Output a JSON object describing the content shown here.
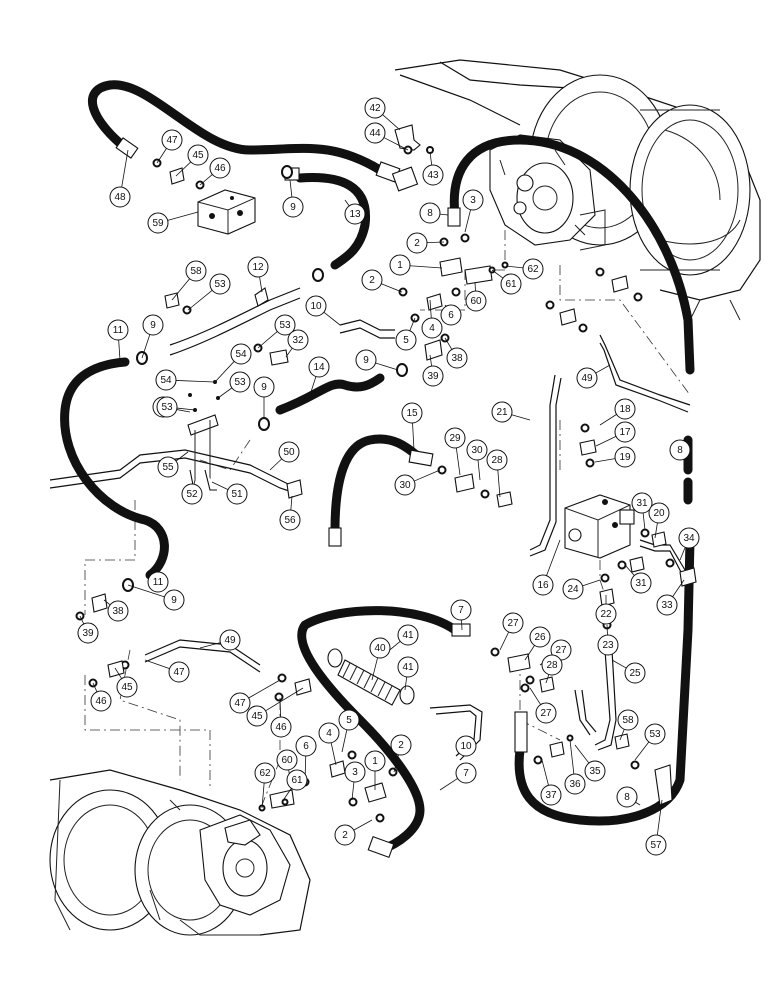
{
  "diagram": {
    "type": "exploded-parts-diagram",
    "subject": "hydraulic hoses, tubes and fittings",
    "callout_labels": [
      "1",
      "2",
      "3",
      "4",
      "5",
      "6",
      "7",
      "8",
      "9",
      "10",
      "11",
      "12",
      "13",
      "14",
      "15",
      "16",
      "17",
      "18",
      "19",
      "20",
      "21",
      "22",
      "23",
      "24",
      "25",
      "26",
      "27",
      "28",
      "29",
      "30",
      "31",
      "32",
      "33",
      "34",
      "35",
      "36",
      "37",
      "38",
      "39",
      "40",
      "41",
      "42",
      "43",
      "44",
      "45",
      "46",
      "47",
      "48",
      "49",
      "50",
      "51",
      "52",
      "53",
      "54",
      "55",
      "56",
      "57",
      "58",
      "59",
      "60",
      "61",
      "62"
    ]
  }
}
